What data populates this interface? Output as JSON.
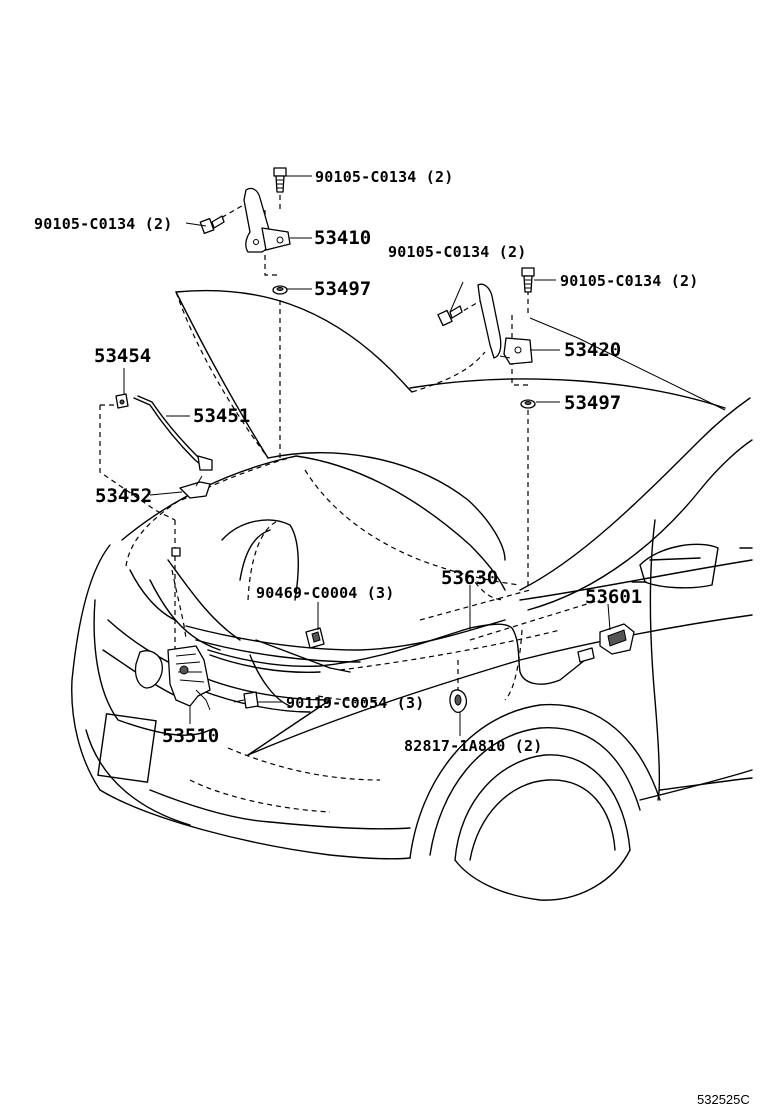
{
  "diagram_code": "532525C",
  "callouts": {
    "hinge_bolt_left_top": "90105-C0134 (2)",
    "hinge_bolt_left_side": "90105-C0134 (2)",
    "hinge_left": "53410",
    "cushion_left": "53497",
    "hinge_bolt_right_side": "90105-C0134 (2)",
    "hinge_bolt_right_top": "90105-C0134 (2)",
    "hinge_right": "53420",
    "cushion_right": "53497",
    "support_rod_clamp": "53454",
    "support_rod": "53451",
    "support_rod_holder": "53452",
    "clip_90469": "90469-C0004 (3)",
    "release_cable": "53630",
    "release_lever": "53601",
    "bolt_90119": "90119-C0054 (3)",
    "lock_assy": "53510",
    "clamp_82817": "82817-1A810 (2)"
  }
}
